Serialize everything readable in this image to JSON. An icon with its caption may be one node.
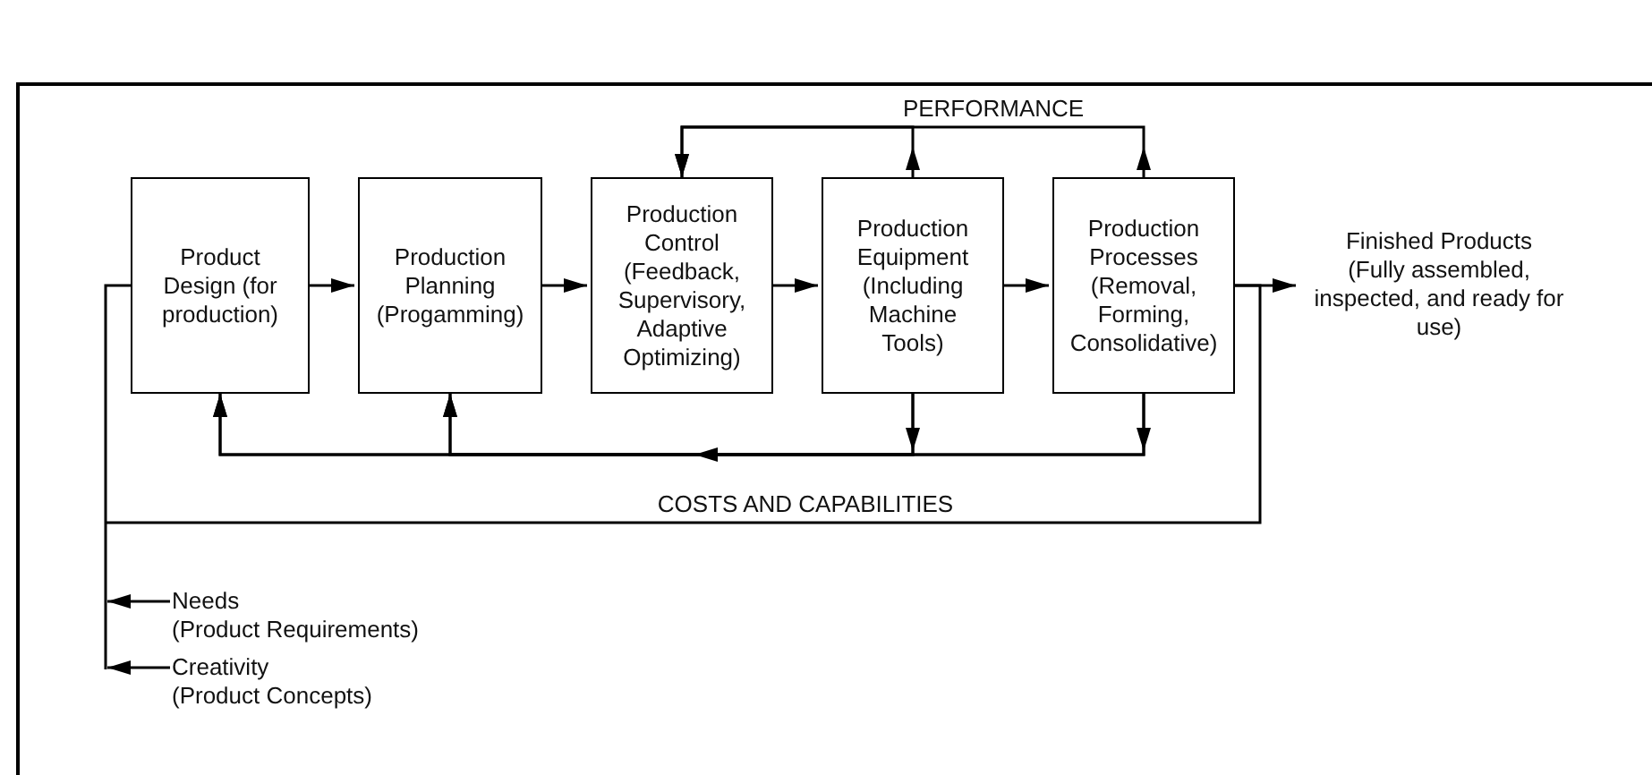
{
  "diagram": {
    "nodes": [
      {
        "text": [
          "Product Design (for production)"
        ]
      },
      {
        "text": [
          "Production Planning (Progamming)"
        ]
      },
      {
        "text": [
          "Production Control (Feedback, Supervisory, Adaptive Optimizing)"
        ]
      },
      {
        "text": [
          "Production Equipment (Including Machine Tools)"
        ]
      },
      {
        "text": [
          "Production Processes (Removal, Forming, Consolidative)"
        ]
      },
      {
        "text": [
          "Finished Products",
          "(Fully assembled, inspected, and ready for use)"
        ]
      },
      {
        "text": [
          "Needs",
          "(Product Requirements)"
        ]
      },
      {
        "text": [
          "Creativity",
          "(Product Concepts)"
        ]
      }
    ],
    "edges": [
      {
        "from": 0,
        "to": 1,
        "arrow": "to"
      },
      {
        "from": 1,
        "to": 2,
        "arrow": "to"
      },
      {
        "from": 2,
        "to": 3,
        "arrow": "to"
      },
      {
        "from": 3,
        "to": 4,
        "arrow": "to"
      },
      {
        "from": 4,
        "to": 5,
        "arrow": "to"
      },
      {
        "from": 3,
        "to": 2,
        "arrow": "to",
        "label": "PERFORMANCE"
      },
      {
        "from": 4,
        "to": 2,
        "arrow": "to"
      },
      {
        "from": 3,
        "to": 0,
        "arrow": "to"
      },
      {
        "from": 3,
        "to": 1,
        "arrow": "to"
      },
      {
        "from": 4,
        "to": 0,
        "arrow": "to"
      },
      {
        "from": 4,
        "to": 1,
        "arrow": "to"
      },
      {
        "from": 4,
        "to": 0,
        "arrow": "none",
        "label": "COSTS AND CAPABILITIES"
      },
      {
        "from": 6,
        "to": null,
        "arrow": "to"
      },
      {
        "from": 7,
        "to": null,
        "arrow": "to"
      }
    ]
  }
}
